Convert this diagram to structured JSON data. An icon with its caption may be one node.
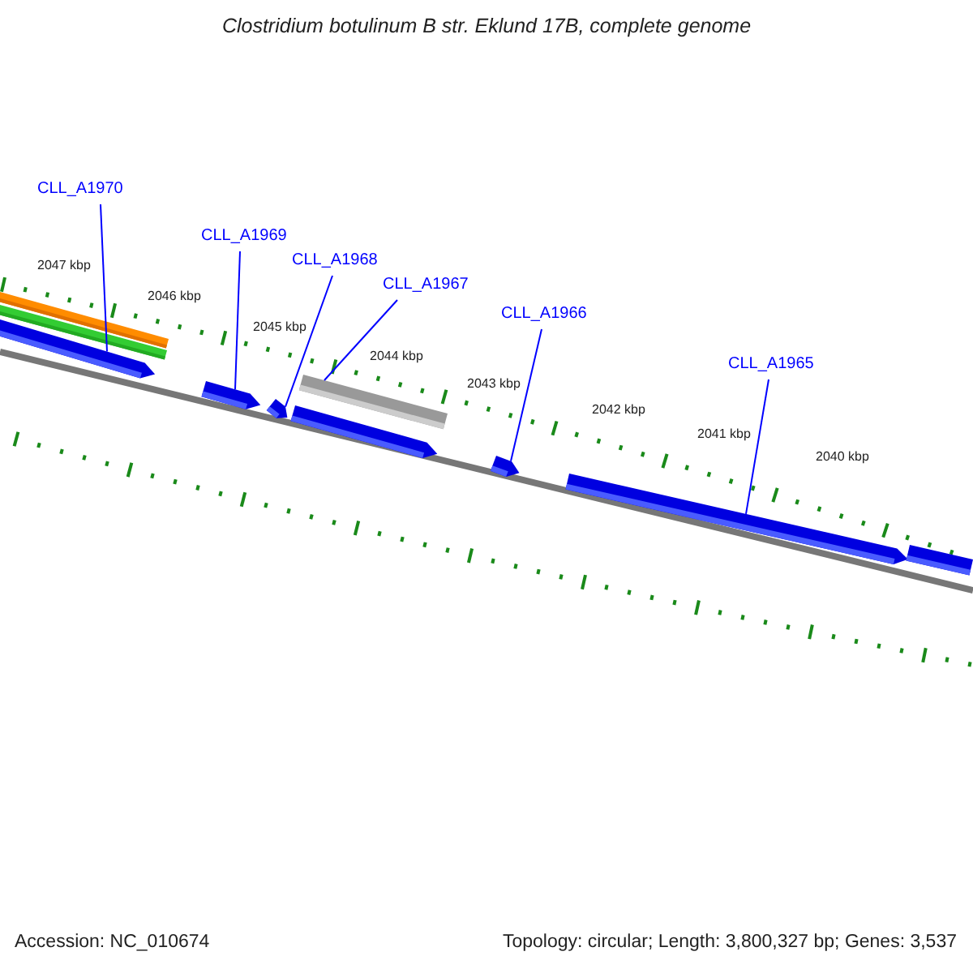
{
  "diagram": {
    "title": "Clostridium botulinum B str. Eklund 17B, complete genome",
    "nodes": [
      {
        "text": [
          "CLL_A1970"
        ]
      },
      {
        "text": [
          "CLL_A1969"
        ]
      },
      {
        "text": [
          "CLL_A1968"
        ]
      },
      {
        "text": [
          "CLL_A1967"
        ]
      },
      {
        "text": [
          "CLL_A1966"
        ]
      },
      {
        "text": [
          "CLL_A1965"
        ]
      },
      {
        "text": [],
        "shape": "bar"
      },
      {
        "text": [],
        "shape": "bar"
      },
      {
        "text": [],
        "shape": "bar"
      },
      {
        "text": [],
        "shape": "bar"
      },
      {
        "text": [],
        "shape": "bar"
      },
      {
        "text": [],
        "shape": "bar"
      },
      {
        "text": [],
        "shape": "bar"
      },
      {
        "text": [],
        "shape": "bar"
      },
      {
        "text": [],
        "shape": "bar"
      },
      {
        "text": [],
        "shape": "bar"
      }
    ],
    "edges": [
      {
        "from": 0,
        "to": 6,
        "arrow": "none"
      },
      {
        "from": 1,
        "to": 7,
        "arrow": "none"
      },
      {
        "from": 2,
        "to": 8,
        "arrow": "none"
      },
      {
        "from": 3,
        "to": 9,
        "arrow": "none"
      },
      {
        "from": 4,
        "to": 10,
        "arrow": "none"
      },
      {
        "from": 5,
        "to": 11,
        "arrow": "none"
      }
    ],
    "labels": [
      "2047 kbp",
      "2046 kbp",
      "2045 kbp",
      "2044 kbp",
      "2043 kbp",
      "2042 kbp",
      "2041 kbp",
      "2040 kbp",
      "Accession: NC_010674",
      "Topology: circular; Length: 3,800,327 bp; Genes: 3,537"
    ]
  }
}
